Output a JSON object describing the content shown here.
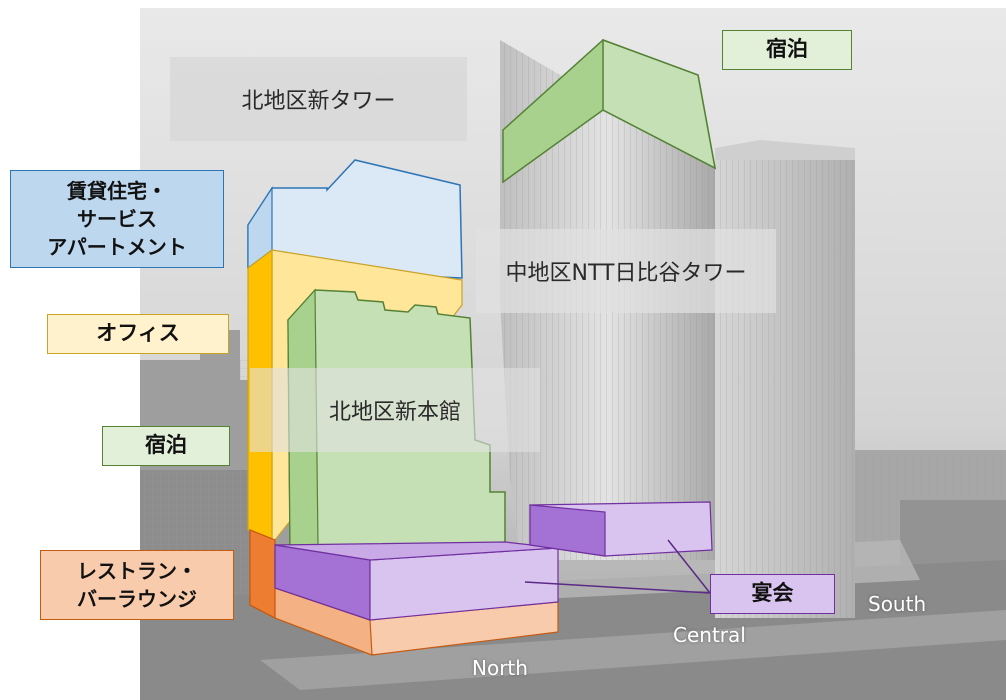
{
  "colors": {
    "residential_fill": "#bdd7ee",
    "residential_border": "#2e75b6",
    "office_fill": "#ffe699",
    "office_border": "#c9a227",
    "hotel_fill": "#e2f0d9",
    "hotel_border": "#548235",
    "restaurant_fill": "#f8cbad",
    "restaurant_border": "#c55a11",
    "banquet_fill": "#d9c3ef",
    "banquet_border": "#7030a0"
  },
  "labels": {
    "hotel_top": "宿泊",
    "residential": "賃貸住宅・\nサービス\nアパートメント",
    "office": "オフィス",
    "hotel_left": "宿泊",
    "restaurant": "レストラン・\nバーラウンジ",
    "banquet": "宴会"
  },
  "buildings": {
    "north_new_tower": "北地区新タワー",
    "central_ntt_hibiya_tower": "中地区NTT日比谷タワー",
    "north_new_main": "北地区新本館"
  },
  "directions": {
    "north": "North",
    "central": "Central",
    "south": "South"
  }
}
